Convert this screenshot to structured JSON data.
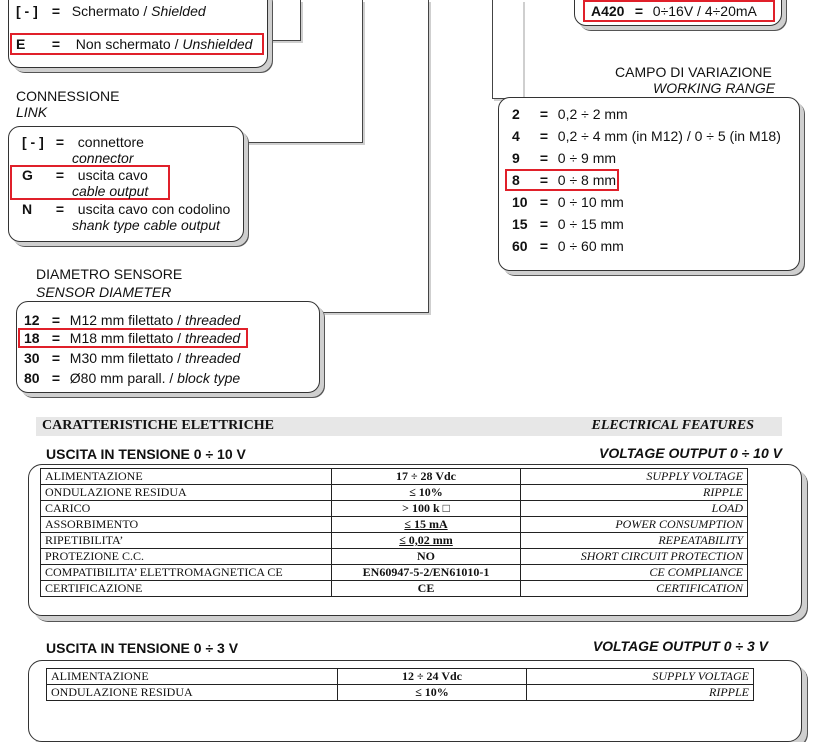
{
  "shield": {
    "items": [
      {
        "code": "[ - ]",
        "eq": "=",
        "it_text": "Schermato",
        "en_text": "Shielded"
      },
      {
        "code": "E",
        "eq": "=",
        "it_text": "Non schermato",
        "en_text": "Unshielded"
      }
    ]
  },
  "output_box": {
    "code": "A420",
    "eq": "=",
    "value": "0÷16V / 4÷20mA"
  },
  "link": {
    "title_it": "CONNESSIONE",
    "title_en": "LINK",
    "items": [
      {
        "code": "[ - ]",
        "eq": "=",
        "it_text": "connettore",
        "en_text": "connector"
      },
      {
        "code": "G",
        "eq": "=",
        "it_text": "uscita cavo",
        "en_text": "cable output"
      },
      {
        "code": "N",
        "eq": "=",
        "it_text": "uscita cavo con codolino",
        "en_text": "shank type cable output"
      }
    ]
  },
  "range": {
    "title_it": "CAMPO DI VARIAZIONE",
    "title_en": "WORKING RANGE",
    "items": [
      {
        "code": "2",
        "eq": "=",
        "text": "0,2 ÷ 2 mm"
      },
      {
        "code": "4",
        "eq": "=",
        "text": "0,2 ÷ 4 mm (in M12) / 0 ÷ 5 (in M18)"
      },
      {
        "code": "9",
        "eq": "=",
        "text": "0 ÷ 9 mm"
      },
      {
        "code": "8",
        "eq": "=",
        "text": "0 ÷ 8 mm"
      },
      {
        "code": "10",
        "eq": "=",
        "text": "0 ÷ 10 mm"
      },
      {
        "code": "15",
        "eq": "=",
        "text": "0 ÷ 15 mm"
      },
      {
        "code": "60",
        "eq": "=",
        "text": "0 ÷ 60 mm"
      }
    ]
  },
  "diameter": {
    "title_it": "DIAMETRO SENSORE",
    "title_en": "SENSOR DIAMETER",
    "items": [
      {
        "code": "12",
        "eq": "=",
        "it_text": "M12 mm filettato /",
        "en_text": "threaded"
      },
      {
        "code": "18",
        "eq": "=",
        "it_text": "M18 mm filettato /",
        "en_text": "threaded"
      },
      {
        "code": "30",
        "eq": "=",
        "it_text": "M30 mm filettato /",
        "en_text": "threaded"
      },
      {
        "code": "80",
        "eq": "=",
        "it_text": "Ø80 mm parall. /",
        "en_text": "block type"
      }
    ]
  },
  "electrical": {
    "title_it": "CARATTERISTICHE ELETTRICHE",
    "title_en": "ELECTRICAL FEATURES"
  },
  "table1": {
    "title_it": "USCITA IN TENSIONE 0 ÷ 10 V",
    "title_en": "VOLTAGE OUTPUT 0 ÷ 10 V",
    "rows": [
      {
        "it": "ALIMENTAZIONE",
        "val": "17 ÷ 28 Vdc",
        "en": "SUPPLY VOLTAGE"
      },
      {
        "it": "ONDULAZIONE RESIDUA",
        "val": "≤ 10%",
        "en": "RIPPLE"
      },
      {
        "it": "CARICO",
        "val": "> 100  k □",
        "en": "LOAD"
      },
      {
        "it": "ASSORBIMENTO",
        "val": "≤ 15 mA",
        "en": "POWER CONSUMPTION"
      },
      {
        "it": "RIPETIBILITA’",
        "val": "≤ 0,02 mm",
        "en": "REPEATABILITY"
      },
      {
        "it": "PROTEZIONE C.C.",
        "val": "NO",
        "en": "SHORT CIRCUIT PROTECTION"
      },
      {
        "it": "COMPATIBILITA’ ELETTROMAGNETICA CE",
        "val": "EN60947-5-2/EN61010-1",
        "en": "CE COMPLIANCE"
      },
      {
        "it": "CERTIFICAZIONE",
        "val": "CE",
        "en": "CERTIFICATION"
      }
    ]
  },
  "table2": {
    "title_it": "USCITA IN TENSIONE 0 ÷ 3 V",
    "title_en": "VOLTAGE OUTPUT 0 ÷  3 V",
    "rows": [
      {
        "it": "ALIMENTAZIONE",
        "val": "12 ÷ 24 Vdc",
        "en": "SUPPLY VOLTAGE"
      },
      {
        "it": "ONDULAZIONE RESIDUA",
        "val": "≤ 10%",
        "en": "RIPPLE"
      }
    ]
  },
  "colors": {
    "highlight": "#e0202a",
    "band": "#e7e7e7",
    "border": "#333333"
  }
}
